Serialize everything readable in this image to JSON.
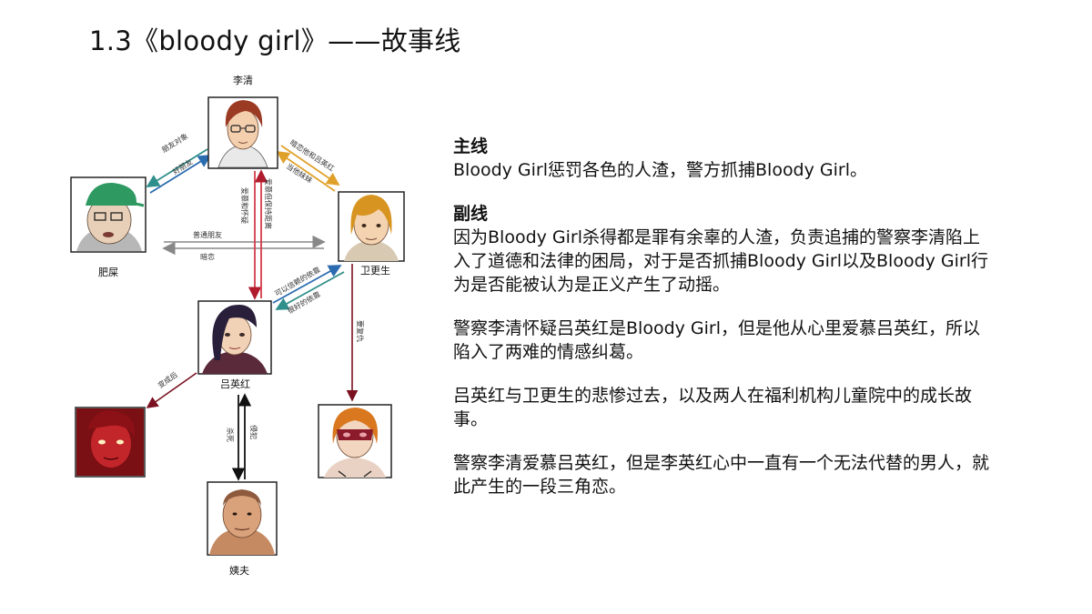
{
  "page": {
    "title": "1.3《bloody girl》——故事线"
  },
  "diagram": {
    "characters": {
      "liqing": "李清",
      "feishi": "肥屎",
      "weigengsheng": "卫更生",
      "lvyinghong": "吕英红",
      "yifu": "姨夫"
    },
    "relations": {
      "liqing_to_feishi_a": "朋友对象",
      "liqing_to_feishi_b": "好朋友",
      "liqing_to_wei_a": "暗恋他和吕英红",
      "liqing_to_wei_b": "当他妹妹",
      "feishi_wei_a": "普通朋友",
      "feishi_wei_b": "暗恋",
      "liqing_lv_a": "爱慕和怀疑",
      "liqing_lv_b": "爱慕但保持距离",
      "lv_wei_a": "可以信赖的依靠",
      "lv_wei_b": "很好的依靠",
      "wei_to_masked": "要复仇",
      "lv_to_redgirl": "变成后",
      "yifu_lv_a": "杀死",
      "yifu_lv_b": "侵犯"
    }
  },
  "story": {
    "main_heading": "主线",
    "main_text": "Bloody Girl惩罚各色的人渣，警方抓捕Bloody Girl。",
    "sub_heading": "副线",
    "paragraphs": [
      "因为Bloody Girl杀得都是罪有余辜的人渣，负责追捕的警察李清陷上入了道德和法律的困局，对于是否抓捕Bloody Girl以及Bloody Girl行为是否能被认为是正义产生了动摇。",
      "警察李清怀疑吕英红是Bloody Girl，但是他从心里爱慕吕英红，所以陷入了两难的情感纠葛。",
      "吕英红与卫更生的悲惨过去，以及两人在福利机构儿童院中的成长故事。",
      "警察李清爱慕吕英红，但是李英红心中一直有一个无法代替的男人，就此产生的一段三角恋。"
    ]
  }
}
